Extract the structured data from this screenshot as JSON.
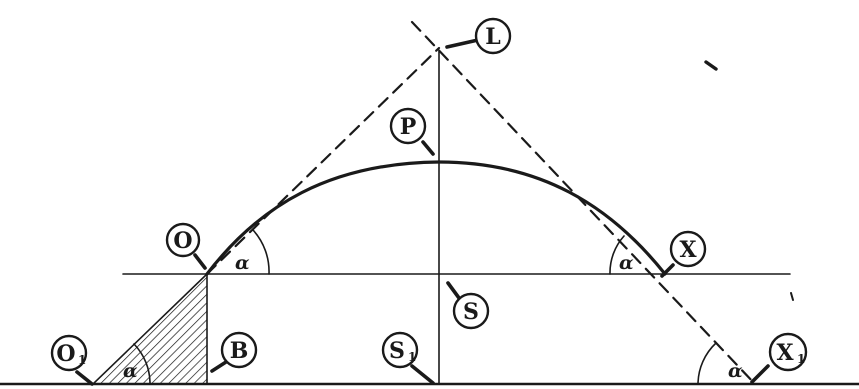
{
  "labels": {
    "L": {
      "main": "L",
      "sub": ""
    },
    "P": {
      "main": "P",
      "sub": ""
    },
    "O": {
      "main": "O",
      "sub": ""
    },
    "X": {
      "main": "X",
      "sub": ""
    },
    "S": {
      "main": "S",
      "sub": ""
    },
    "O1": {
      "main": "O",
      "sub": "1"
    },
    "B": {
      "main": "B",
      "sub": ""
    },
    "S1": {
      "main": "S",
      "sub": "1"
    },
    "X1": {
      "main": "X",
      "sub": "1"
    }
  },
  "angles": {
    "at_O": "α",
    "at_X": "α",
    "at_O1": "α",
    "at_X1": "α"
  },
  "colors": {
    "ink": "#1a1a1a",
    "paper": "#ffffff"
  }
}
